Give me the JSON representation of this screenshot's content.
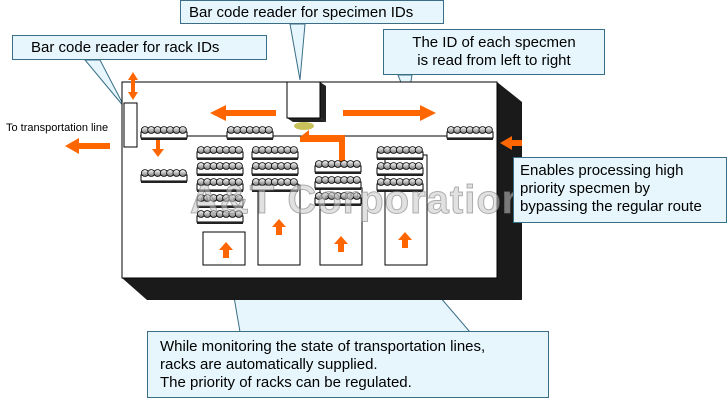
{
  "labels": {
    "specimen_reader": "Bar code reader for specimen IDs",
    "rack_reader": "Bar code reader for rack IDs",
    "id_order": [
      "The ID of each specmen",
      "is read from left to right"
    ],
    "transport_line": "To  transportation line",
    "priority": [
      "Enables processing high",
      "priority specmen by",
      "bypassing the regular route"
    ],
    "monitoring": [
      "While monitoring the state of transportation lines,",
      "racks are automatically supplied.",
      "The priority of racks can be regulated."
    ]
  },
  "watermark": "A&T Corporation",
  "colors": {
    "arrow": "#ff6600",
    "callout_fill": "#e6f6fc",
    "callout_border": "#3a6e86",
    "machine_top": "#ffffff",
    "machine_side": "#1a1a1a"
  }
}
